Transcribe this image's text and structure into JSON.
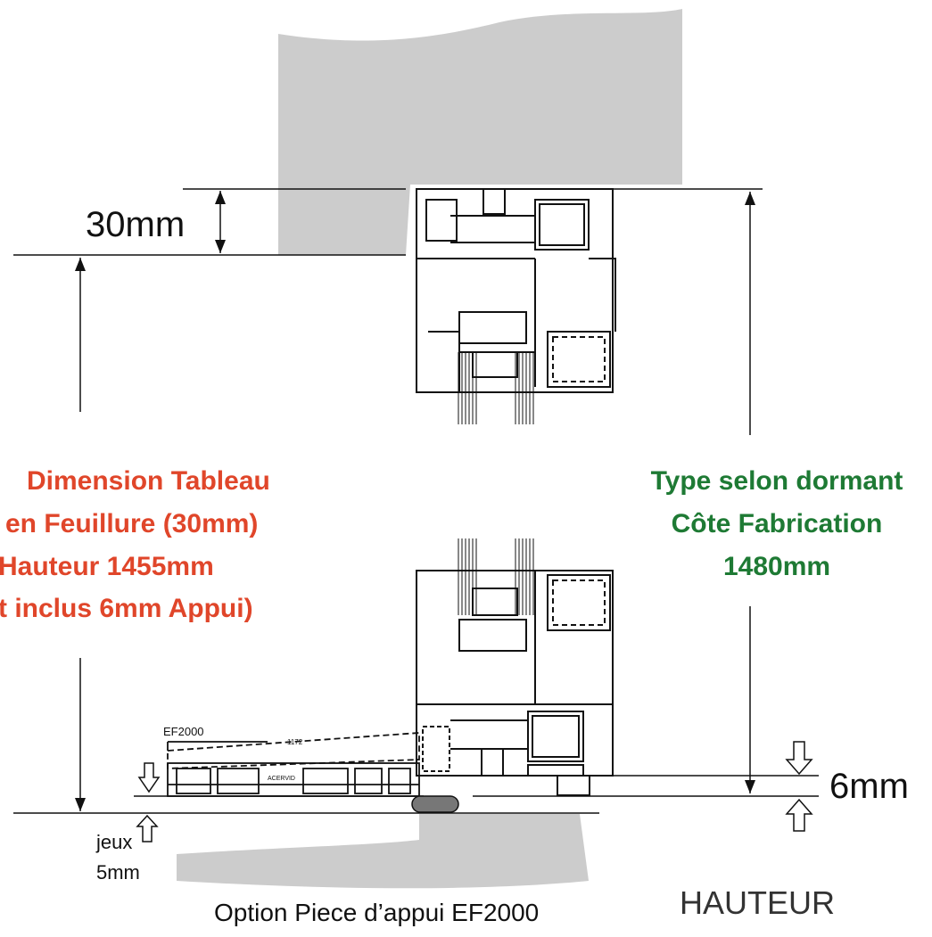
{
  "dimensions": {
    "top_gap": "30mm",
    "bottom_gap": "6mm",
    "clearance_label": "jeux",
    "clearance_value": "5mm",
    "ef_tag": "EF2000",
    "ef_inner": "1172",
    "ef_brand": "ACERVID"
  },
  "left_note": {
    "line1": "Dimension Tableau",
    "line2": "en Feuillure (30mm)",
    "line3": "Hauteur 1455mm",
    "line4": "t inclus 6mm Appui)"
  },
  "right_note": {
    "line1": "Type selon dormant",
    "line2": "Côte Fabrication",
    "line3": "1480mm"
  },
  "captions": {
    "option": "Option Piece d’appui EF2000",
    "view": "HAUTEUR"
  },
  "colors": {
    "masonry": "#cccccc",
    "red_text": "#e0462a",
    "green_text": "#1e7a34",
    "seal": "#777777"
  }
}
